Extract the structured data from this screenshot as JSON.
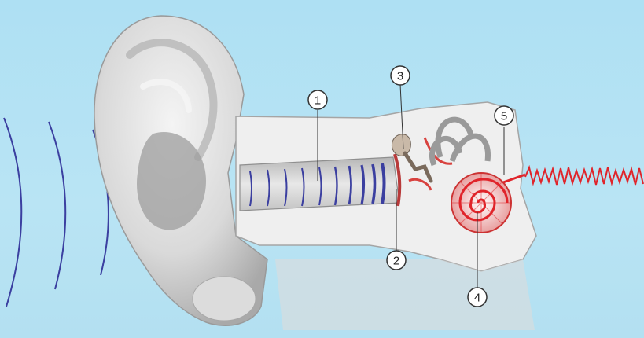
{
  "colors": {
    "background": "#b3e0f1",
    "sound_waves": "#3b3fa0",
    "nerve_signal": "#e0242a",
    "ear_skin": "#e6e6e6",
    "callout_ring": "#333333"
  },
  "callouts": [
    {
      "label": "1",
      "part": "ear-canal"
    },
    {
      "label": "2",
      "part": "eardrum"
    },
    {
      "label": "3",
      "part": "ossicles"
    },
    {
      "label": "4",
      "part": "cochlea"
    },
    {
      "label": "5",
      "part": "auditory-nerve"
    }
  ]
}
